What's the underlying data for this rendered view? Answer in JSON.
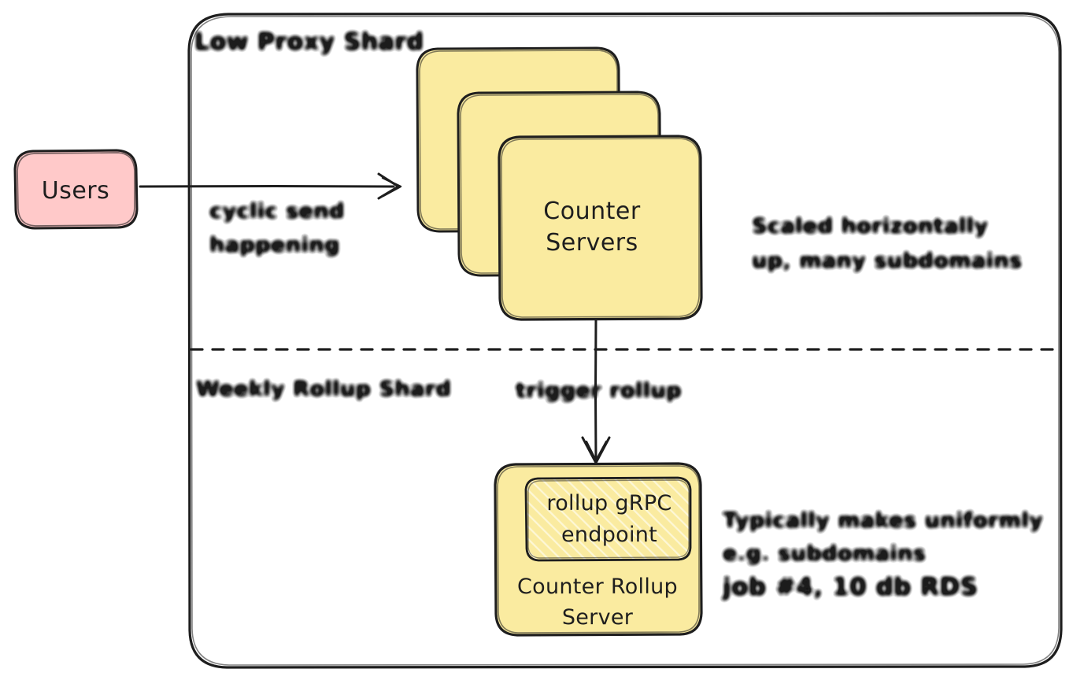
{
  "diagram": {
    "title_blurred": "Low Proxy Shard",
    "background": "#ffffff",
    "container": {
      "label_blurred": "Low Proxy Shard",
      "border_color": "#1e1e1e"
    },
    "divider": {
      "style": "dashed",
      "color": "#1e1e1e"
    },
    "nodes": [
      {
        "id": "users",
        "label": "Users",
        "fill": "#ffc9c9",
        "stroke": "#1e1e1e",
        "shape": "rounded-rect"
      },
      {
        "id": "counter-servers",
        "label_line1": "Counter",
        "label_line2": "Servers",
        "fill": "#faeba0",
        "stroke": "#1e1e1e",
        "shape": "stacked-rounded-rect",
        "stack_count": 3
      },
      {
        "id": "counter-rollup-server",
        "label_line1": "Counter Rollup",
        "label_line2": "Server",
        "fill": "#faeba0",
        "stroke": "#1e1e1e",
        "shape": "rounded-rect",
        "inner": {
          "id": "rollup-grpc-endpoint",
          "label_line1": "rollup gRPC",
          "label_line2": "endpoint",
          "fill": "#faeba0",
          "hatch": true,
          "stroke": "#1e1e1e"
        }
      }
    ],
    "edges": [
      {
        "id": "users-to-counter-servers",
        "from": "users",
        "to": "counter-servers",
        "direction": "right",
        "label_blurred_line1": "cyclic send",
        "label_blurred_line2": "happening"
      },
      {
        "id": "counter-servers-to-rollup",
        "from": "counter-servers",
        "to": "counter-rollup-server",
        "direction": "down",
        "label_blurred": "trigger rollup"
      }
    ],
    "annotations": [
      {
        "id": "section-label-rollup-shard",
        "text_blurred": "Weekly Rollup Shard"
      },
      {
        "id": "note-counter-servers",
        "text_blurred_line1": "Scaled horizontally",
        "text_blurred_line2": "up, many subdomains"
      },
      {
        "id": "note-rollup-server",
        "text_blurred_line1": "Typically makes uniformly",
        "text_blurred_line2": "e.g. subdomains",
        "text_blurred_line3": "job #4, 10 db RDS"
      }
    ]
  }
}
